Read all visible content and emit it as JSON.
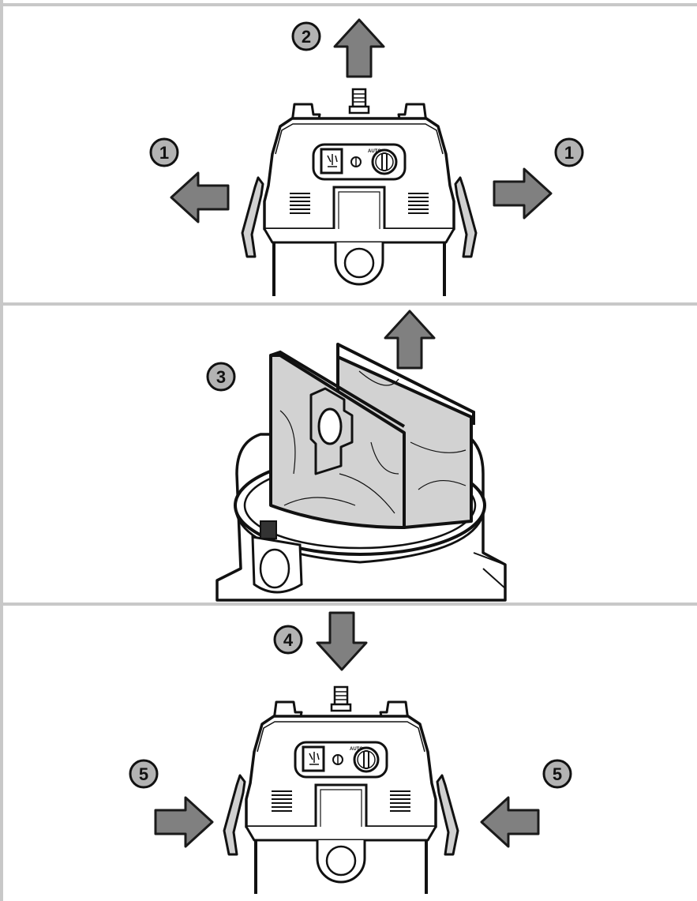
{
  "panels": [
    {
      "id": "panel-1",
      "steps": [
        {
          "number": "1",
          "direction": "left"
        },
        {
          "number": "2",
          "direction": "up"
        },
        {
          "number": "1",
          "direction": "right"
        }
      ]
    },
    {
      "id": "panel-2",
      "steps": [
        {
          "number": "3",
          "direction": "up"
        }
      ]
    },
    {
      "id": "panel-3",
      "steps": [
        {
          "number": "4",
          "direction": "down"
        },
        {
          "number": "5",
          "direction": "right"
        },
        {
          "number": "5",
          "direction": "left"
        }
      ]
    }
  ],
  "control_panel": {
    "dial_label": "AUTO"
  },
  "colors": {
    "frame": "#c8c8c8",
    "arrow_fill": "#808080",
    "arrow_stroke": "#1a1a1a",
    "badge_fill": "#b3b3b3",
    "bag_fill": "#d2d2d2",
    "line": "#111111"
  }
}
